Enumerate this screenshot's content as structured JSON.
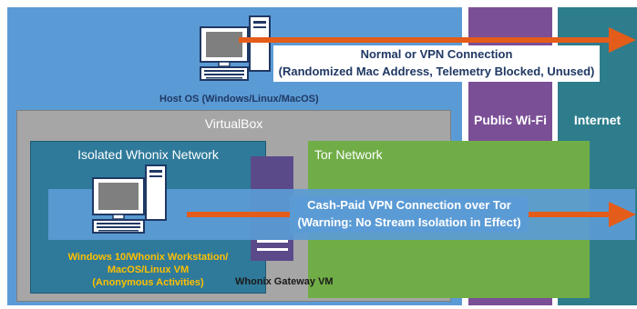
{
  "labels": {
    "host_os": "Host OS (Windows/Linux/MacOS)",
    "virtualbox": "VirtualBox",
    "public_wifi": "Public Wi-Fi",
    "internet": "Internet",
    "isolated_network": "Isolated Whonix Network",
    "tor_network": "Tor Network",
    "gateway_vm": "Whonix Gateway VM"
  },
  "connection1": {
    "line1": "Normal or VPN Connection",
    "line2": "(Randomized Mac Address, Telemetry Blocked, Unused)"
  },
  "connection2": {
    "line1": "Cash-Paid VPN Connection over Tor",
    "line2": "(Warning: No Stream Isolation in Effect)"
  },
  "workstation": {
    "line1": "Windows 10/Whonix Workstation/",
    "line2": "MacOS/Linux VM",
    "line3": "(Anonymous Activities)"
  },
  "colors": {
    "host": "#5b9bd5",
    "wifi": "#7b4f96",
    "internet": "#2e7d8c",
    "virtualbox": "#a6a6a6",
    "isolated": "#2f7a9a",
    "tor": "#70ad47",
    "gateway": "#5b4a8a",
    "arrow": "#e45c1a",
    "workstation_text": "#ffc000"
  },
  "icons": [
    "host-computer-icon",
    "workstation-computer-icon",
    "gateway-vm-icon"
  ]
}
